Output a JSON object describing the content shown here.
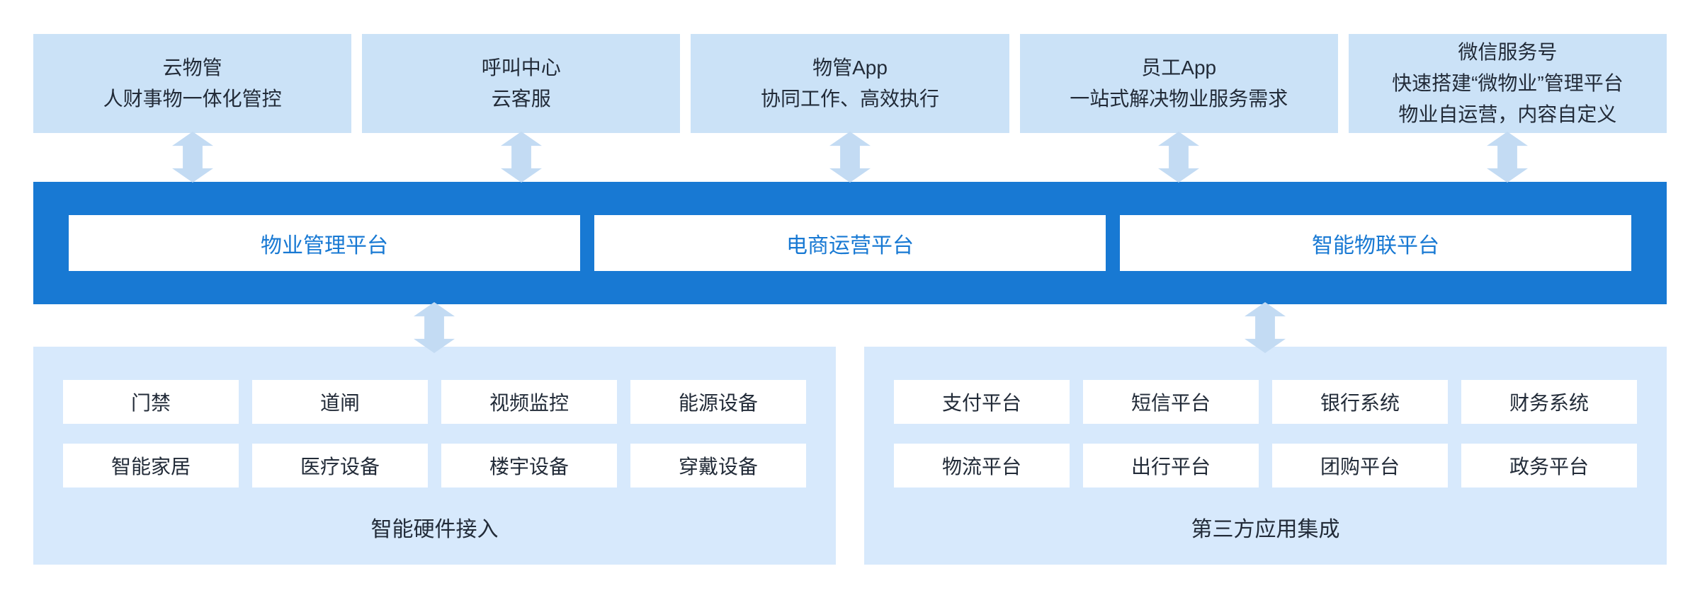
{
  "diagram": {
    "top_boxes": [
      {
        "lines": [
          "云物管",
          "人财事物一体化管控"
        ]
      },
      {
        "lines": [
          "呼叫中心",
          "云客服"
        ]
      },
      {
        "lines": [
          "物管App",
          "协同工作、高效执行"
        ]
      },
      {
        "lines": [
          "员工App",
          "一站式解决物业服务需求"
        ]
      },
      {
        "lines": [
          "微信服务号",
          "快速搭建“微物业”管理平台",
          "物业自运营，内容自定义"
        ]
      }
    ],
    "platforms": [
      {
        "label": "物业管理平台"
      },
      {
        "label": "电商运营平台"
      },
      {
        "label": "智能物联平台"
      }
    ],
    "hardware_section": {
      "title": "智能硬件接入",
      "items": [
        "门禁",
        "道闸",
        "视频监控",
        "能源设备",
        "智能家居",
        "医疗设备",
        "楼宇设备",
        "穿戴设备"
      ]
    },
    "thirdparty_section": {
      "title": "第三方应用集成",
      "items": [
        "支付平台",
        "短信平台",
        "银行系统",
        "财务系统",
        "物流平台",
        "出行平台",
        "团购平台",
        "政务平台"
      ]
    },
    "colors": {
      "band_blue": "#1879d3",
      "top_box_blue": "#cbe2f7",
      "section_blue": "#d7e9fc",
      "arrow_blue": "#c3dbf3",
      "dark_text": "#222b38"
    }
  }
}
